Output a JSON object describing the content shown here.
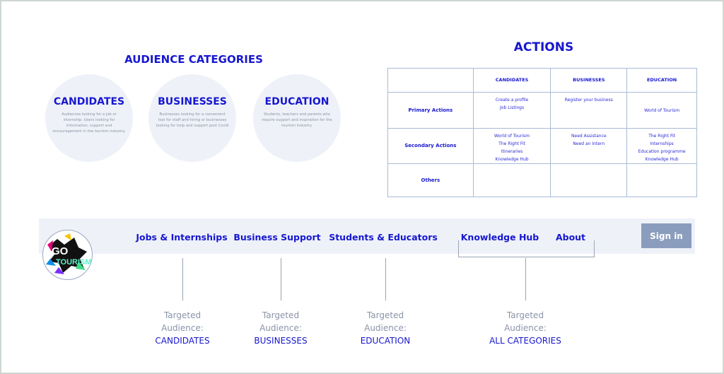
{
  "audience": {
    "title": "AUDIENCE CATEGORIES",
    "categories": [
      {
        "name": "CANDIDATES",
        "desc": "Audiences looking for a job or internship. Users looking for information, support and encouragement in the  tourism industry."
      },
      {
        "name": "BUSINESSES",
        "desc": "Businesses looking for a convenient tool for staff and hiring or businesses looking for help and support post Covid"
      },
      {
        "name": "EDUCATION",
        "desc": "Students, teachers and parents who require support and inspiration for the tourism industry."
      }
    ]
  },
  "actions": {
    "title": "ACTIONS",
    "headers": [
      "CANDIDATES",
      "BUSINESSES",
      "EDUCATION"
    ],
    "rows": [
      {
        "label": "Primary Actions",
        "cells": [
          [
            "Create a profile",
            "Job Listings"
          ],
          [
            "Register your business"
          ],
          [
            "World of Tourism"
          ]
        ]
      },
      {
        "label": "Secondary Actions",
        "cells": [
          [
            "World of Tourism",
            "The Right Fit",
            "Itineraries",
            "Knowledge Hub"
          ],
          [
            "Need Assistance",
            "Need an Intern"
          ],
          [
            "The Right Fit",
            "Internships",
            "Education programme",
            "Knowledge Hub"
          ]
        ]
      },
      {
        "label": "Others",
        "cells": [
          [],
          [],
          []
        ]
      }
    ]
  },
  "nav": {
    "logo_text": "GO TOURISM",
    "items": [
      "Jobs & Internships",
      "Business Support",
      "Students & Educators",
      "Knowledge Hub",
      "About"
    ],
    "signin": "Sign in"
  },
  "targets": {
    "prefix1": "Targeted",
    "prefix2": "Audience:",
    "items": [
      "CANDIDATES",
      "BUSINESSES",
      "EDUCATION",
      "ALL CATEGORIES"
    ]
  }
}
